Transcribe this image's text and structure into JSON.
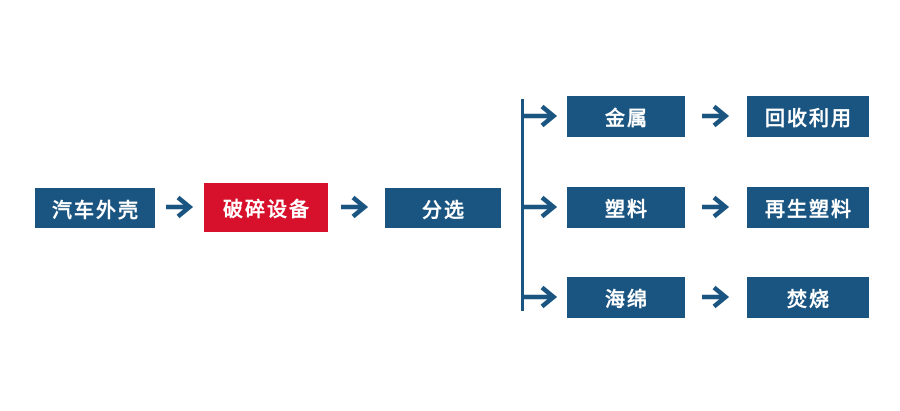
{
  "colors": {
    "page_background": "#FFFFFF",
    "primary_blue": "#1A5480",
    "highlight_red": "#D7112B",
    "node_text": "#FFFFFF"
  },
  "flow": {
    "source": {
      "label": "汽车外壳"
    },
    "crusher": {
      "label": "破碎设备"
    },
    "sorting": {
      "label": "分选"
    },
    "branches": [
      {
        "material": "金属",
        "outcome": "回收利用"
      },
      {
        "material": "塑料",
        "outcome": "再生塑料"
      },
      {
        "material": "海绵",
        "outcome": "焚烧"
      }
    ]
  }
}
